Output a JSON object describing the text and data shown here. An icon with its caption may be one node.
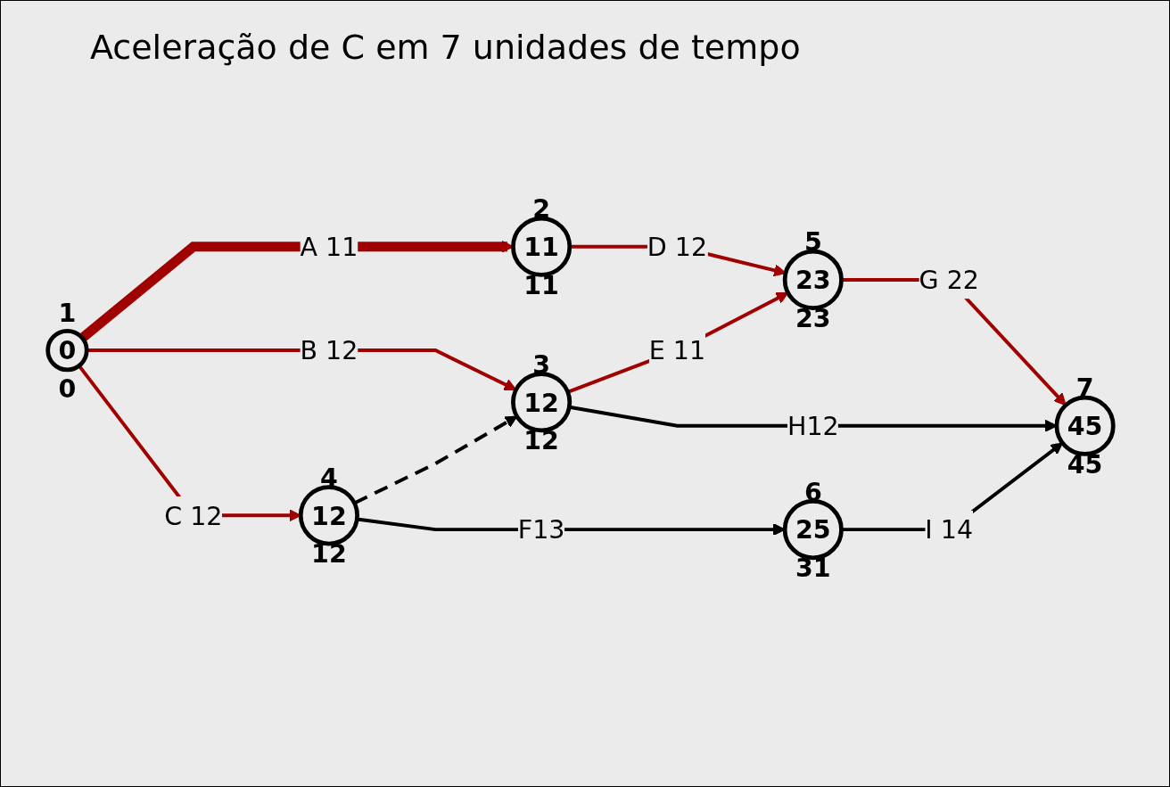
{
  "diagram": {
    "title": "Aceleração de C em 7 unidades de tempo",
    "nodes": [
      {
        "text": [
          "1",
          "0",
          "0"
        ]
      },
      {
        "text": [
          "2",
          "11",
          "11"
        ]
      },
      {
        "text": [
          "3",
          "12",
          "12"
        ]
      },
      {
        "text": [
          "4",
          "12",
          "12"
        ]
      },
      {
        "text": [
          "5",
          "23",
          "23"
        ]
      },
      {
        "text": [
          "6",
          "25",
          "31"
        ]
      },
      {
        "text": [
          "7",
          "45",
          "45"
        ]
      }
    ],
    "edges": [
      {
        "from": 0,
        "to": 1,
        "arrow": "to",
        "label": "A 11",
        "style": "thick"
      },
      {
        "from": 0,
        "to": 2,
        "arrow": "to",
        "label": "B 12"
      },
      {
        "from": 0,
        "to": 3,
        "arrow": "to",
        "label": "C 12"
      },
      {
        "from": 3,
        "to": 2,
        "arrow": "to",
        "style": "dashed",
        "color": "#000000"
      },
      {
        "from": 1,
        "to": 4,
        "arrow": "to",
        "label": "D 12"
      },
      {
        "from": 2,
        "to": 4,
        "arrow": "to",
        "label": "E 11"
      },
      {
        "from": 2,
        "to": 6,
        "arrow": "to",
        "label": "H12",
        "color": "#000000"
      },
      {
        "from": 4,
        "to": 6,
        "arrow": "to",
        "label": "G 22"
      },
      {
        "from": 3,
        "to": 5,
        "arrow": "to",
        "label": "F13",
        "color": "#000000"
      },
      {
        "from": 5,
        "to": 6,
        "arrow": "to",
        "label": "I 14",
        "color": "#000000"
      }
    ]
  }
}
